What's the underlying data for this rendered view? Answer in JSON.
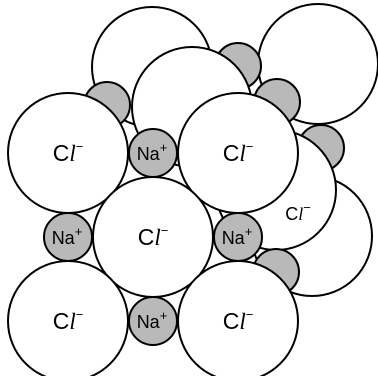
{
  "colors": {
    "chloride_fill": "#ffffff",
    "sodium_fill": "#b9b9b9",
    "outline": "#000000"
  },
  "labels": {
    "cl_symbol": "C",
    "cl_italic": "l",
    "cl_charge": "−",
    "na_symbol": "Na",
    "na_charge": "+"
  }
}
